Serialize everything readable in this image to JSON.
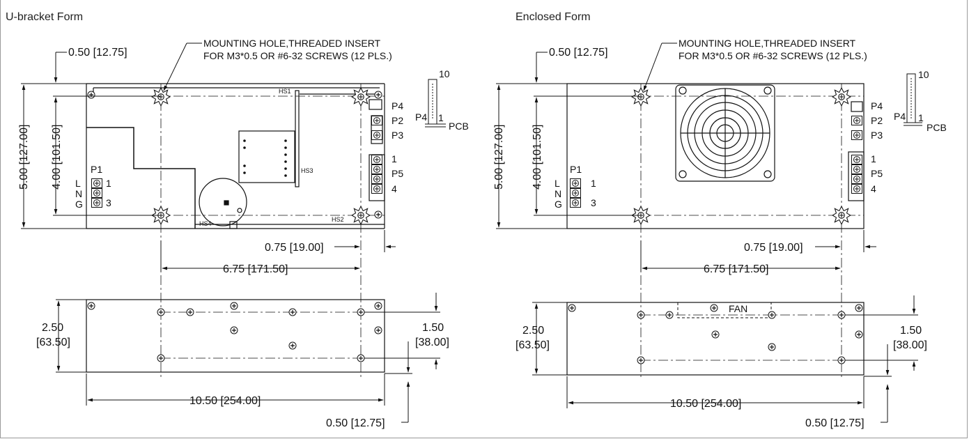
{
  "panels": {
    "left_title": "U-bracket Form",
    "right_title": "Enclosed Form"
  },
  "note": {
    "line1": "MOUNTING HOLE,THREADED INSERT",
    "line2": "FOR M3*0.5 OR #6-32 SCREWS (12 PLS.)"
  },
  "dims": {
    "top_offset": "0.50 [12.75]",
    "height_total": "5.00 [127.00]",
    "height_holes": "4.00 [101.50]",
    "edge_offset": "0.75 [19.00]",
    "hole_span": "6.75 [171.50]",
    "side_height_a": "2.50",
    "side_height_b": "[63.50]",
    "side_hole_a": "1.50",
    "side_hole_b": "[38.00]",
    "length": "10.50 [254.00]",
    "bottom_offset": "0.50 [12.75]"
  },
  "labels": {
    "p1": "P1",
    "l": "L",
    "n": "N",
    "g": "G",
    "pin1": "1",
    "pin3": "3",
    "p2": "P2",
    "p3": "P3",
    "p4": "P4",
    "p5": "P5",
    "p5_pin1": "1",
    "p5_pin4": "4",
    "conn_p4": "P4",
    "conn_10": "10",
    "conn_1": "1",
    "pcb": "PCB",
    "hs1": "HS1",
    "hs2": "HS2",
    "hs3": "HS3",
    "hs4": "HS4",
    "fan": "FAN"
  }
}
